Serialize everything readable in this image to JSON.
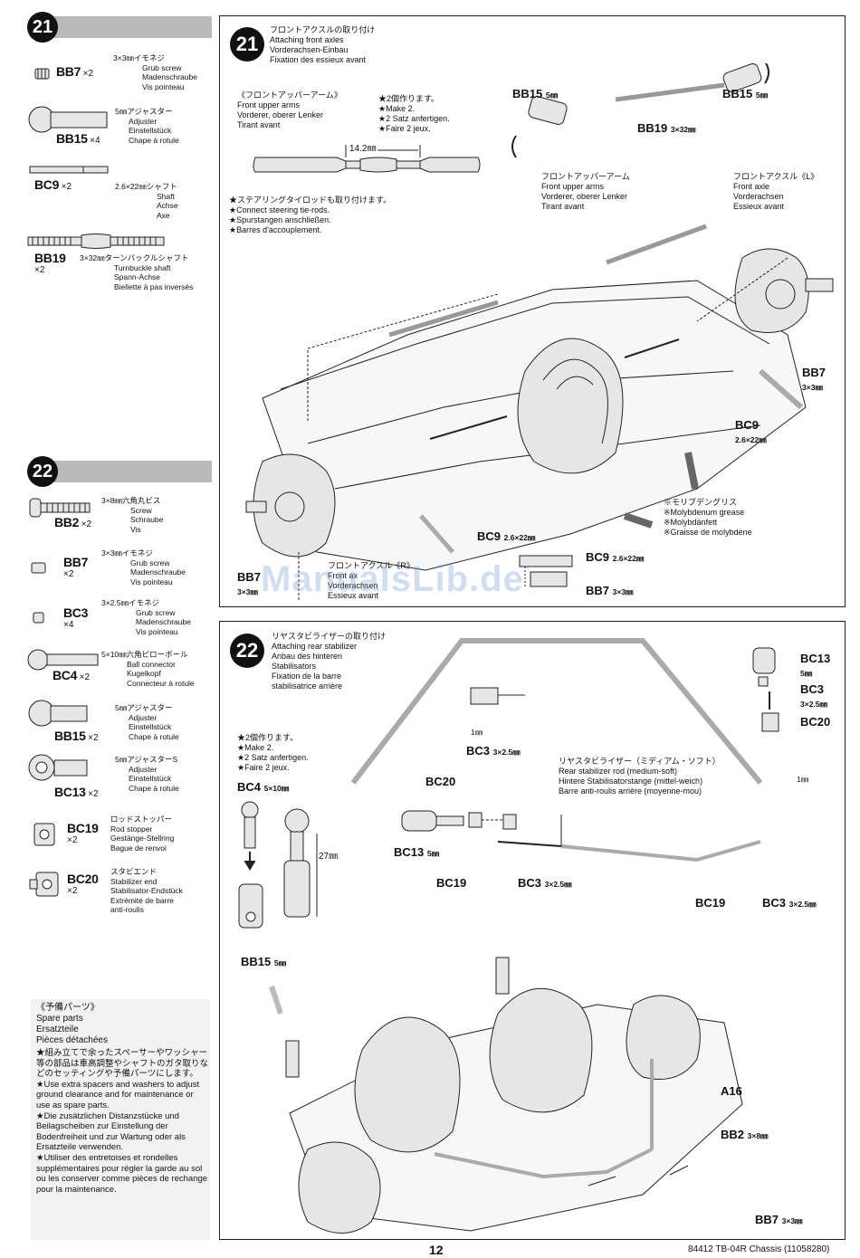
{
  "sidebar": {
    "step21": {
      "number": "21",
      "parts": [
        {
          "code": "BB7",
          "qty": "×2",
          "desc": [
            "3×3㎜イモネジ",
            "Grub screw",
            "Madenschraube",
            "Vis pointeau"
          ]
        },
        {
          "code": "BB15",
          "qty": "×4",
          "desc": [
            "5㎜アジャスター",
            "Adjuster",
            "Einstellstück",
            "Chape à rotule"
          ]
        },
        {
          "code": "BC9",
          "qty": "×2",
          "desc": [
            "2.6×22㎜シャフト",
            "Shaft",
            "Achse",
            "Axe"
          ]
        },
        {
          "code": "BB19",
          "qty": "×2",
          "desc": [
            "3×32㎜ターンバックルシャフト",
            "Turnbuckle shaft",
            "Spann-Achse",
            "Biellette à pas inversés"
          ]
        }
      ]
    },
    "step22": {
      "number": "22",
      "parts": [
        {
          "code": "BB2",
          "qty": "×2",
          "desc": [
            "3×8㎜六角丸ビス",
            "Screw",
            "Schraube",
            "Vis"
          ]
        },
        {
          "code": "BB7",
          "qty": "×2",
          "desc": [
            "3×3㎜イモネジ",
            "Grub screw",
            "Madenschraube",
            "Vis pointeau"
          ]
        },
        {
          "code": "BC3",
          "qty": "×4",
          "desc": [
            "3×2.5㎜イモネジ",
            "Grub screw",
            "Madenschraube",
            "Vis pointeau"
          ]
        },
        {
          "code": "BC4",
          "qty": "×2",
          "desc": [
            "5×10㎜六角ピローボール",
            "Ball connector",
            "Kugelkopf",
            "Connecteur à rotule"
          ]
        },
        {
          "code": "BB15",
          "qty": "×2",
          "desc": [
            "5㎜アジャスター",
            "Adjuster",
            "Einstellstück",
            "Chape à rotule"
          ]
        },
        {
          "code": "BC13",
          "qty": "×2",
          "desc": [
            "5㎜アジャスターS",
            "Adjuster",
            "Einstellstück",
            "Chape à rotule"
          ]
        },
        {
          "code": "BC19",
          "qty": "×2",
          "desc": [
            "ロッドストッパー",
            "Rod stopper",
            "Gestänge-Stellring",
            "Bague de renvoi"
          ]
        },
        {
          "code": "BC20",
          "qty": "×2",
          "desc": [
            "スタビエンド",
            "Stabilizer end",
            "Stabilisator-Endstück",
            "Extrémité de barre",
            "anti-roulis"
          ]
        }
      ]
    },
    "spare": {
      "title": [
        "《予備パーツ》",
        "Spare parts",
        "Ersatzteile",
        "Pièces détachées"
      ],
      "notes": [
        "★組み立てで余ったスペーサーやワッシャー等の部品は車高調整やシャフトのガタ取りなどのセッティングや予備パーツにします。",
        "★Use extra spacers and washers to adjust ground clearance and for maintenance or use as spare parts.",
        "★Die zusätzlichen Distanzstücke und Beilagscheiben zur Einstellung der Bodenfreiheit und zur Wartung oder als Ersatzteile verwenden.",
        "★Utiliser des entretoises et rondelles supplémentaires pour régler la garde au sol ou les conserver comme pièces de rechange pour la maintenance."
      ]
    }
  },
  "panel21": {
    "number": "21",
    "title": [
      "フロントアクスルの取り付け",
      "Attaching front axles",
      "Vorderachsen-Einbau",
      "Fixation des essieux avant"
    ],
    "upper_arm_title": [
      "《フロントアッパーアーム》",
      "Front upper arms",
      "Vorderer, oberer Lenker",
      "Tirant avant"
    ],
    "make2": [
      "★2個作ります。",
      "★Make 2.",
      "★2 Satz anfertigen.",
      "★Faire 2 jeux."
    ],
    "dimension": "14.2㎜",
    "tierod_note": [
      "★ステアリングタイロッドも取り付けます。",
      "★Connect steering tie-rods.",
      "★Spurstangen anschließen.",
      "★Barres d'accouplement."
    ],
    "upper_arms_label": [
      "フロントアッパーアーム",
      "Front upper arms",
      "Vorderer, oberer Lenker",
      "Tirant avant"
    ],
    "axle_left_label": [
      "フロントアクスル《L》",
      "Front axle",
      "Vorderachsen",
      "Essieux avant"
    ],
    "axle_right_label": [
      "フロントアクスル《R》",
      "Front ax",
      "Vorderachsen",
      "Essieux avant"
    ],
    "grease": [
      "※モリブデングリス",
      "※Molybdenum grease",
      "※Molybdänfett",
      "※Graisse de molybdène"
    ],
    "labels": {
      "bb15_a": "BB15",
      "bb15_a_size": "5㎜",
      "bb15_b": "BB15",
      "bb15_b_size": "5㎜",
      "bb19": "BB19",
      "bb19_size": "3×32㎜",
      "bb7_right": "BB7",
      "bb7_right_size": "3×3㎜",
      "bc9_right": "BC9",
      "bc9_right_size": "2.6×22㎜",
      "bc9_bottom": "BC9",
      "bc9_bottom_size": "2.6×22㎜",
      "bc9_box": "BC9",
      "bc9_box_size": "2.6×22㎜",
      "bb7_box": "BB7",
      "bb7_box_size": "3×3㎜",
      "bb7_left": "BB7",
      "bb7_left_size": "3×3㎜"
    }
  },
  "panel22": {
    "number": "22",
    "title": [
      "リヤスタビライザーの取り付け",
      "Attaching rear stabilizer",
      "Anbau des hinteren",
      "Stabilisators",
      "Fixation de la barre",
      "stabilisatrice arrière"
    ],
    "make2": [
      "★2個作ります。",
      "★Make 2.",
      "★2 Satz anfertigen.",
      "★Faire 2 jeux."
    ],
    "stab_rod": [
      "リヤスタビライザー（ミディアム・ソフト）",
      "Rear stabilizer rod (medium-soft)",
      "Hintere Stabilisatorstange (mittel-weich)",
      "Barre anti-roulis arrière (moyenne-mou)"
    ],
    "dim_27": "27㎜",
    "dim_1a": "1㎜",
    "dim_1b": "1㎜",
    "labels": {
      "bc4": "BC4",
      "bc4_size": "5×10㎜",
      "bb15": "BB15",
      "bb15_size": "5㎜",
      "bc3_top": "BC3",
      "bc3_top_size": "3×2.5㎜",
      "bc20_left": "BC20",
      "bc13_left": "BC13",
      "bc13_left_size": "5㎜",
      "bc19_left": "BC19",
      "bc3_mid": "BC3",
      "bc3_mid_size": "3×2.5㎜",
      "bc13_right": "BC13",
      "bc13_right_size": "5㎜",
      "bc3_right": "BC3",
      "bc3_right_size": "3×2.5㎜",
      "bc20_right": "BC20",
      "bc19_right": "BC19",
      "bc3_far": "BC3",
      "bc3_far_size": "3×2.5㎜",
      "a16": "A16",
      "bb2": "BB2",
      "bb2_size": "3×8㎜",
      "bb7": "BB7",
      "bb7_size": "3×3㎜"
    }
  },
  "footer": {
    "page": "12",
    "product": "84412 TB-04R Chassis (11058280)"
  },
  "watermark": "ManualsLib.de"
}
